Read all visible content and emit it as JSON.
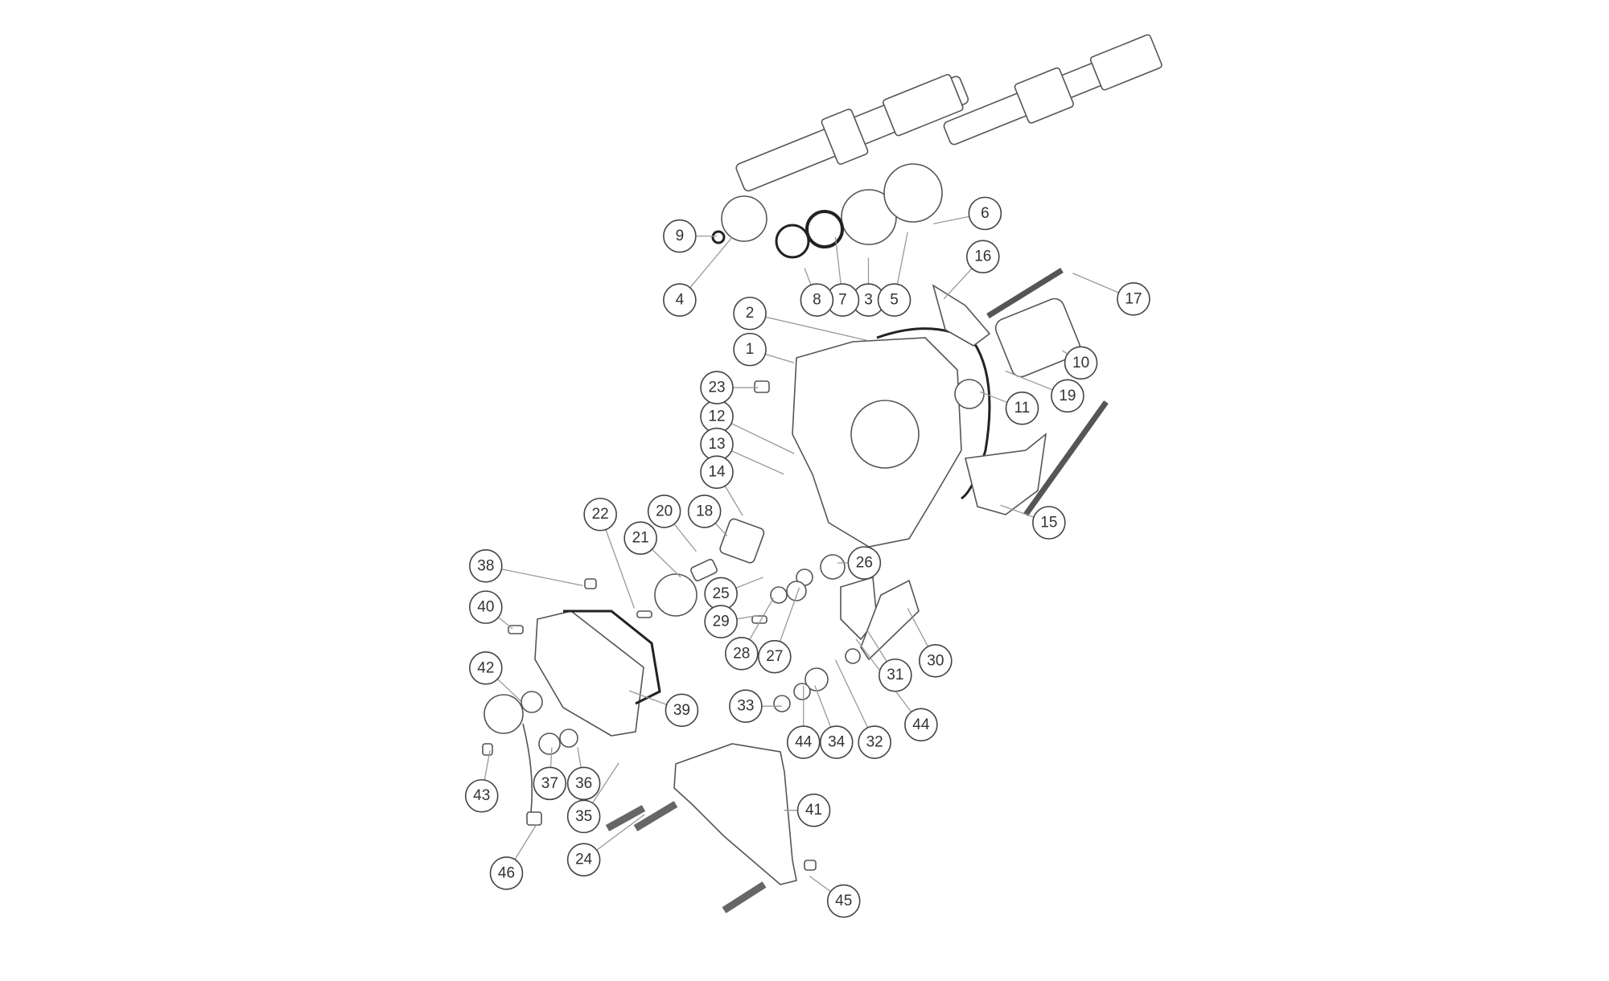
{
  "title": "Gearbox cover and shift mechanism exploded view",
  "callouts": [
    "1",
    "2",
    "3",
    "4",
    "5",
    "6",
    "7",
    "8",
    "9",
    "10",
    "11",
    "12",
    "13",
    "14",
    "15",
    "16",
    "17",
    "18",
    "19",
    "20",
    "21",
    "22",
    "23",
    "24",
    "25",
    "26",
    "27",
    "28",
    "29",
    "30",
    "31",
    "32",
    "33",
    "34",
    "35",
    "36",
    "37",
    "38",
    "39",
    "40",
    "41",
    "42",
    "43",
    "44",
    "44",
    "45",
    "46"
  ],
  "colors": {
    "line": "#555555",
    "leader": "#999999",
    "background": "#ffffff"
  }
}
